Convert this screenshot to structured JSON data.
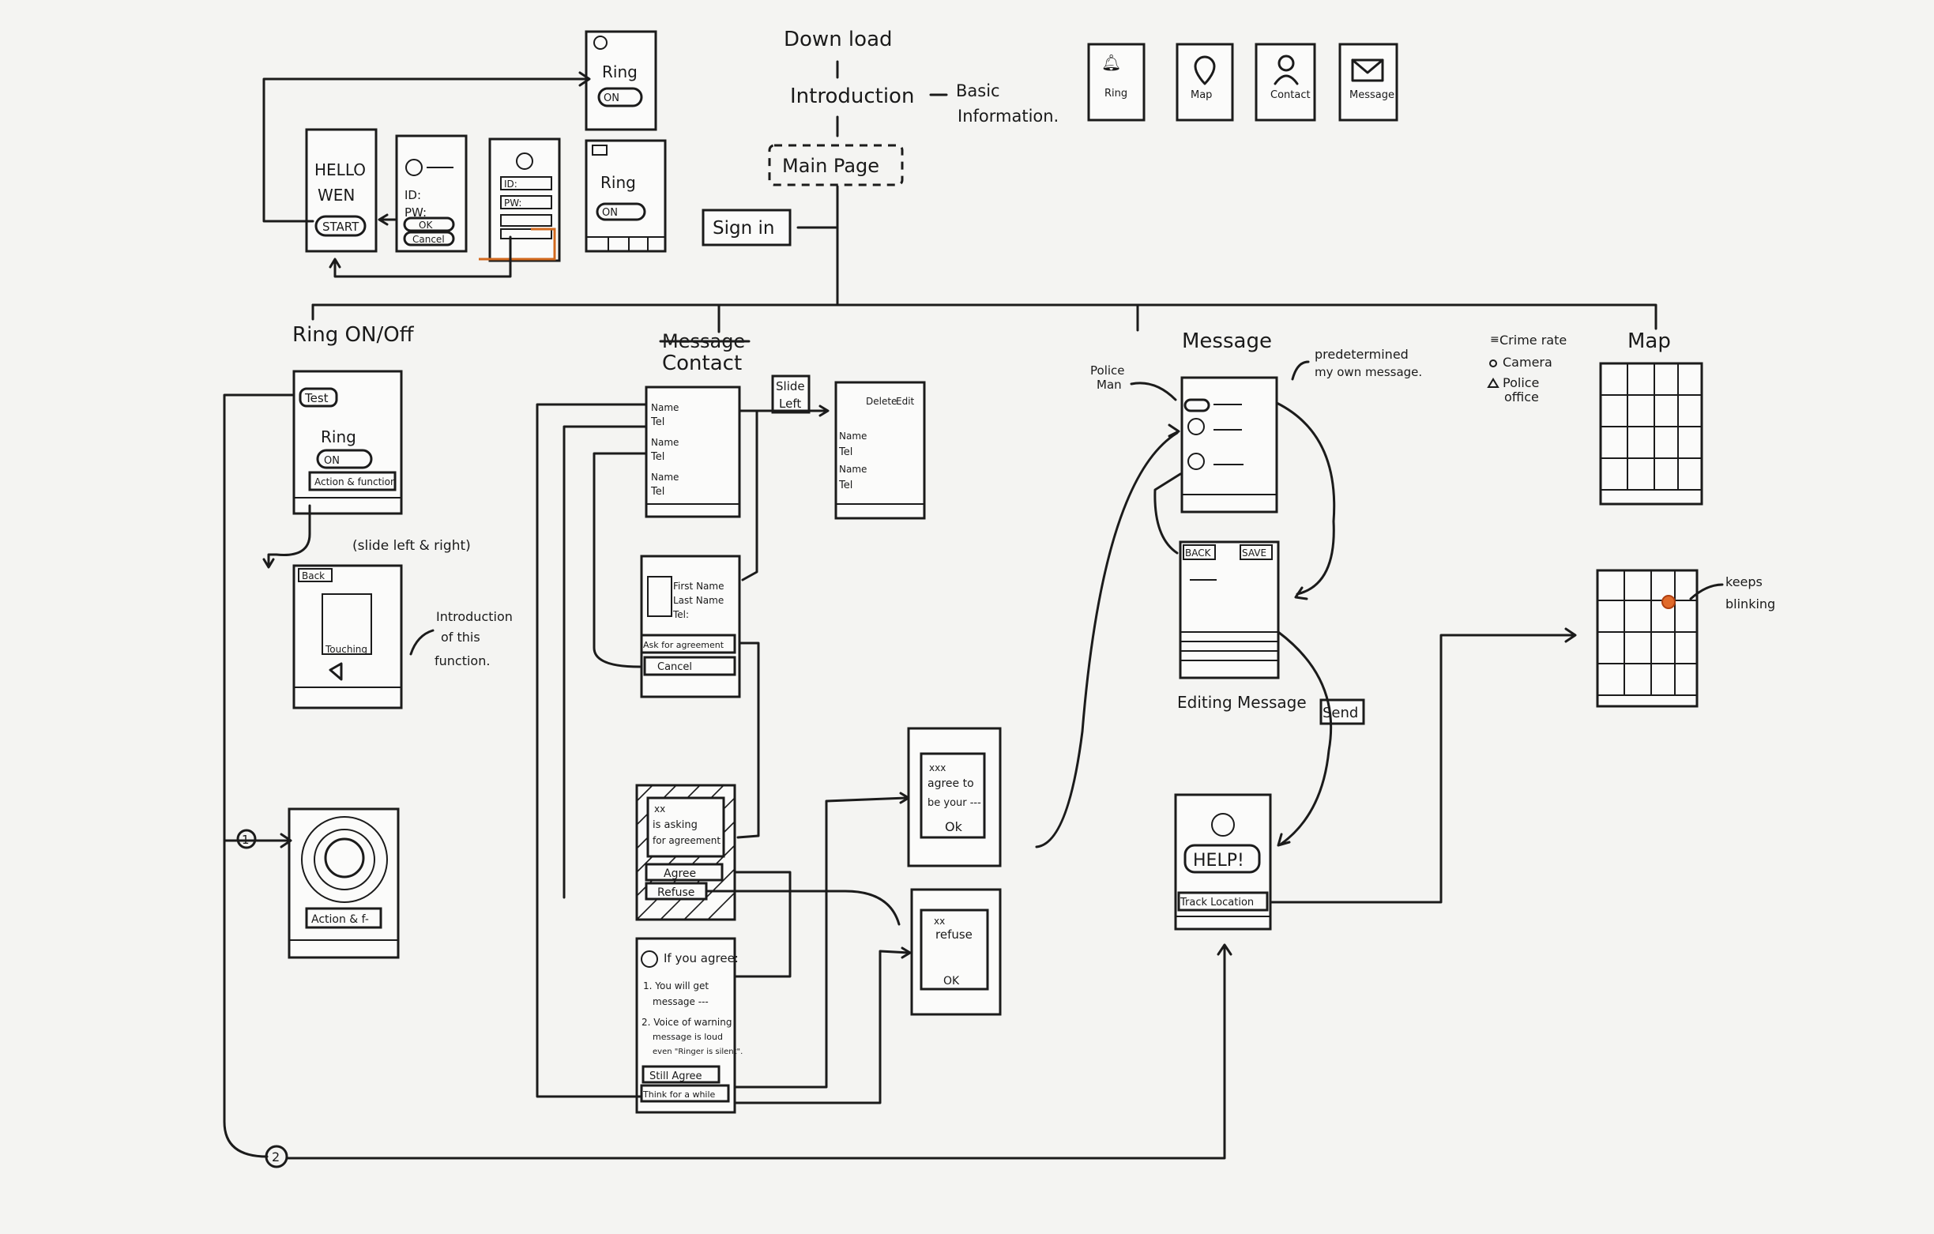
{
  "top_flow": {
    "download": "Down load",
    "introduction": "Introduction",
    "basic_info_line1": "Basic",
    "basic_info_line2": "Information.",
    "main_page": "Main Page",
    "sign_in": "Sign in"
  },
  "tab_icons": [
    {
      "icon": "ring-icon",
      "label": "Ring"
    },
    {
      "icon": "map-icon",
      "label": "Map"
    },
    {
      "icon": "contact-icon",
      "label": "Contact"
    },
    {
      "icon": "message-icon",
      "label": "Message"
    }
  ],
  "onboarding": {
    "hello": "HELLO",
    "wen": "WEN",
    "start": "START",
    "id": "ID:",
    "pw": "PW:",
    "ok": "OK",
    "cancel": "Cancel",
    "ring_title": "Ring",
    "on": "ON"
  },
  "sections": {
    "ring": "Ring ON/Off",
    "contact_struck": "Message",
    "contact": "Contact",
    "message": "Message",
    "map": "Map"
  },
  "ring_screens": {
    "test": "Test",
    "ring": "Ring",
    "on": "ON",
    "action": "Action & function",
    "slide_note": "(slide left & right)",
    "back": "Back",
    "touching": "Touching",
    "intro_line1": "Introduction",
    "intro_line2": "of this",
    "intro_line3": "function.",
    "alarm_action": "Action & f-",
    "marker1": "1",
    "marker2": "2"
  },
  "contact_screens": {
    "name": "Name",
    "tel": "Tel",
    "slide_left_line1": "Slide",
    "slide_left_line2": "Left",
    "delete": "Delete",
    "edit": "Edit",
    "first_name": "First Name",
    "last_name": "Last Name",
    "tel_short": "Tel:",
    "ask": "Ask for agreement",
    "cancel": "Cancel",
    "xx": "xx",
    "asking_line1": "is asking",
    "asking_line2": "for agreement",
    "agree": "Agree",
    "refuse": "Refuse",
    "if_agree": "If you agree:",
    "item1_line1": "1. You will get",
    "item1_line2": "message ---",
    "item2_line1": "2. Voice of warning",
    "item2_line2": "message is loud",
    "item2_line3": "even \"Ringer is silent\".",
    "still_agree": "Still Agree",
    "think": "Think for a while",
    "xxx": "xxx",
    "agree_to_line1": "agree to",
    "agree_to_line2": "be your ---",
    "ok": "Ok",
    "xx_refuse": "xx",
    "refuse_word": "refuse",
    "ok2": "OK"
  },
  "message_screens": {
    "police_line1": "Police",
    "police_line2": "Man",
    "predetermined_line1": "predetermined",
    "predetermined_line2": "my own message.",
    "back": "BACK",
    "save": "SAVE",
    "editing": "Editing Message",
    "send": "Send",
    "help": "HELP!",
    "track": "Track Location"
  },
  "map_screens": {
    "legend_crime": "Crime rate",
    "legend_camera": "Camera",
    "legend_police_line1": "Police",
    "legend_police_line2": "office",
    "keeps_line1": "keeps",
    "keeps_line2": "blinking"
  }
}
